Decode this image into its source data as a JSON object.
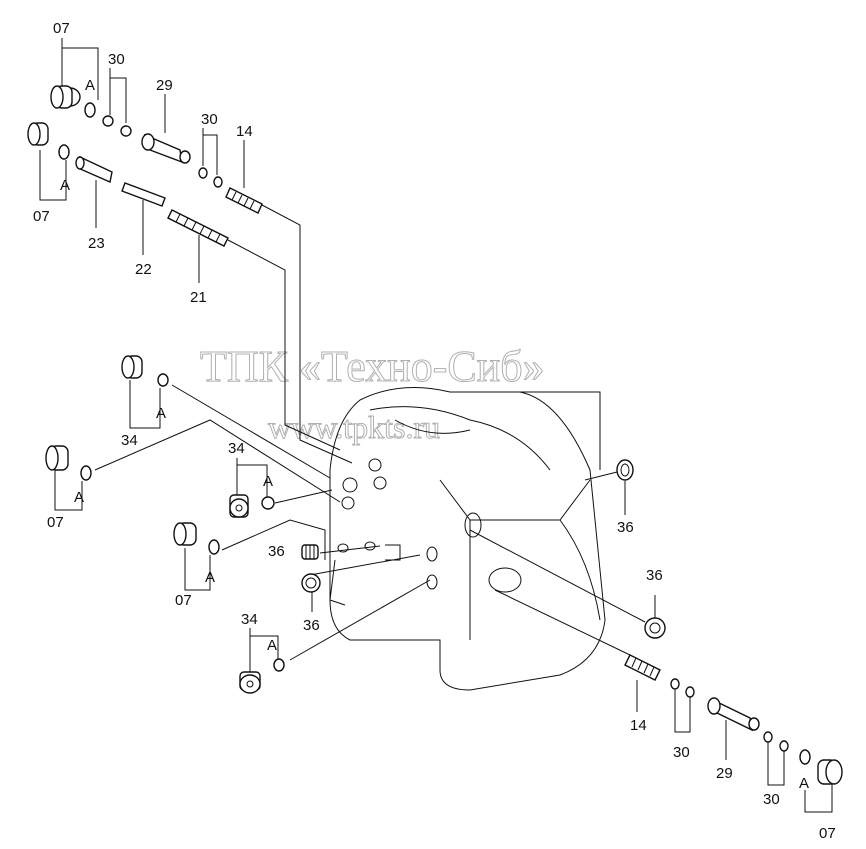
{
  "watermark": {
    "line1": "ТПК «Техно-Сиб»",
    "line2": "www.tpkts.ru"
  },
  "labels": {
    "p07_a": "07",
    "a_1": "A",
    "p30_a": "30",
    "p29_a": "29",
    "p30_b": "30",
    "p14_a": "14",
    "p07_b": "07",
    "a_2": "A",
    "p23": "23",
    "p22": "22",
    "p21": "21",
    "a_3": "A",
    "p34_a": "34",
    "a_4": "A",
    "p07_c": "07",
    "p34_b": "34",
    "a_5": "A",
    "p36_a": "36",
    "a_6": "A",
    "p07_d": "07",
    "p36_b": "36",
    "p34_c": "34",
    "a_7": "A",
    "p36_c": "36",
    "p36_d": "36",
    "p14_b": "14",
    "p30_c": "30",
    "p29_b": "29",
    "p30_d": "30",
    "a_8": "A",
    "p07_e": "07"
  }
}
